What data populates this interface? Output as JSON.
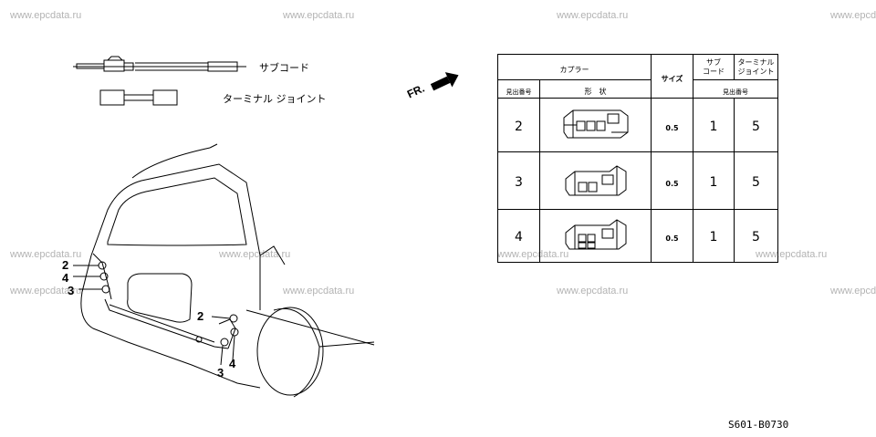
{
  "watermark": "www.epcdata.ru",
  "legend": {
    "sub_cord": "サブコード",
    "terminal_joint": "ターミナル ジョイント"
  },
  "fr_label": "FR.",
  "table": {
    "header": {
      "coupler": "カプラー",
      "size": "サイズ",
      "sub_cord": [
        "サブ",
        "コード"
      ],
      "terminal_joint": [
        "ターミナル",
        "ジョイント"
      ],
      "index_no": "見出番号",
      "shape": "形　状",
      "index_no2": "見出番号"
    },
    "rows": [
      {
        "index": "2",
        "size": "0.5",
        "sub_cord": "1",
        "terminal_joint": "5"
      },
      {
        "index": "3",
        "size": "0.5",
        "sub_cord": "1",
        "terminal_joint": "5"
      },
      {
        "index": "4",
        "size": "0.5",
        "sub_cord": "1",
        "terminal_joint": "5"
      }
    ]
  },
  "callouts": {
    "left": [
      "2",
      "4",
      "3"
    ],
    "right": [
      "2",
      "3",
      "4"
    ]
  },
  "diagram_code": "S601-B0730"
}
